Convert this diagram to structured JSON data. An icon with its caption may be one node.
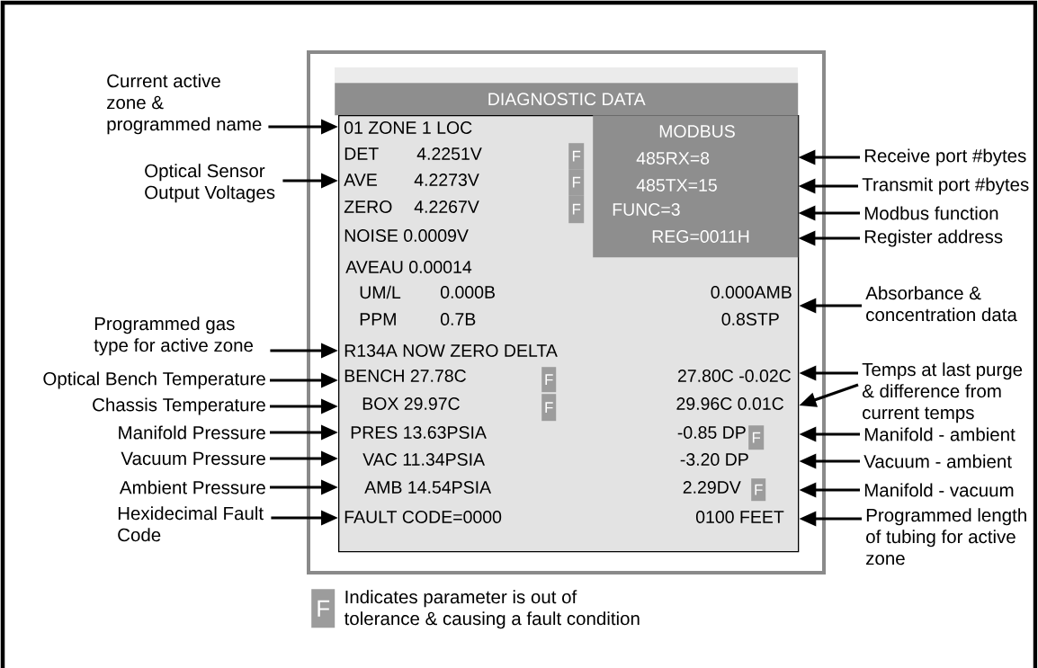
{
  "diagram": {
    "nodes": [
      {
        "text": [],
        "shape": "box"
      },
      {
        "text": [
          "DIAGNOSTIC DATA"
        ],
        "in": 0
      },
      {
        "text": [
          "01 ZONE 1 LOC",
          "DET",
          "4.2251V",
          "AVE",
          "4.2273V",
          "ZERO",
          "4.2267V",
          "NOISE 0.0009V",
          "AVEAU 0.00014",
          "UM/L",
          "0.000B",
          "0.000AMB",
          "PPM",
          "0.7B",
          "0.8STP",
          "R134A NOW ZERO DELTA",
          "BENCH 27.78C",
          "27.80C -0.02C",
          "BOX 29.97C",
          "29.96C 0.01C",
          "PRES 13.63PSIA",
          "-0.85 DP",
          "VAC 11.34PSIA",
          "-3.20 DP",
          "AMB 14.54PSIA",
          "2.29DV",
          "FAULT CODE=0000",
          "0100 FEET"
        ],
        "in": 0
      },
      {
        "text": [
          "MODBUS",
          "485RX=8",
          "485TX=15",
          "FUNC=3",
          "REG=0011H"
        ],
        "in": 2
      },
      {
        "text": [
          "F"
        ],
        "in": 2
      },
      {
        "text": [
          "F"
        ],
        "in": 2
      },
      {
        "text": [
          "F"
        ],
        "in": 2
      },
      {
        "text": [
          "F"
        ],
        "in": 2
      },
      {
        "text": [
          "F"
        ],
        "in": 2
      },
      {
        "text": [
          "F"
        ],
        "in": 2
      },
      {
        "text": [
          "F"
        ],
        "in": 2
      },
      {
        "text": [
          "F"
        ],
        "beside": [
          "Indicates parameter is out of tolerance & causing a fault condition"
        ]
      },
      {
        "text": [
          "Current active zone & programmed name"
        ]
      },
      {
        "text": [
          "Optical Sensor Output Voltages"
        ]
      },
      {
        "text": [
          "Programmed gas type for active zone"
        ]
      },
      {
        "text": [
          "Optical Bench Temperature"
        ]
      },
      {
        "text": [
          "Chassis Temperature"
        ]
      },
      {
        "text": [
          "Manifold Pressure"
        ]
      },
      {
        "text": [
          "Vacuum Pressure"
        ]
      },
      {
        "text": [
          "Ambient Pressure"
        ]
      },
      {
        "text": [
          "Hexidecimal Fault Code"
        ]
      },
      {
        "text": [
          "Receive port #bytes"
        ]
      },
      {
        "text": [
          "Transmit port #bytes"
        ]
      },
      {
        "text": [
          "Modbus function"
        ]
      },
      {
        "text": [
          "Register address"
        ]
      },
      {
        "text": [
          "Absorbance & concentration data"
        ]
      },
      {
        "text": [
          "Temps at last purge & difference from current temps"
        ]
      },
      {
        "text": [
          "Manifold - ambient"
        ]
      },
      {
        "text": [
          "Vacuum - ambient"
        ]
      },
      {
        "text": [
          "Manifold - vacuum"
        ]
      },
      {
        "text": [
          "Programmed length of tubing for active zone"
        ]
      }
    ],
    "edges": [
      {
        "from": 12,
        "to": 2,
        "arrow": "to"
      },
      {
        "from": 13,
        "to": 2,
        "arrow": "to"
      },
      {
        "from": 14,
        "to": 2,
        "arrow": "to"
      },
      {
        "from": 15,
        "to": 2,
        "arrow": "to"
      },
      {
        "from": 16,
        "to": 2,
        "arrow": "to"
      },
      {
        "from": 17,
        "to": 2,
        "arrow": "to"
      },
      {
        "from": 18,
        "to": 2,
        "arrow": "to"
      },
      {
        "from": 19,
        "to": 2,
        "arrow": "to"
      },
      {
        "from": 20,
        "to": 2,
        "arrow": "to"
      },
      {
        "from": 21,
        "to": 3,
        "arrow": "to"
      },
      {
        "from": 22,
        "to": 3,
        "arrow": "to"
      },
      {
        "from": 23,
        "to": 3,
        "arrow": "to"
      },
      {
        "from": 24,
        "to": 3,
        "arrow": "to"
      },
      {
        "from": 25,
        "to": 2,
        "arrow": "to"
      },
      {
        "from": 26,
        "to": 2,
        "arrow": "to"
      },
      {
        "from": 26,
        "to": 2,
        "arrow": "to"
      },
      {
        "from": 27,
        "to": 2,
        "arrow": "to"
      },
      {
        "from": 28,
        "to": 2,
        "arrow": "to"
      },
      {
        "from": 29,
        "to": 2,
        "arrow": "to"
      },
      {
        "from": 30,
        "to": 2,
        "arrow": "to"
      }
    ]
  }
}
